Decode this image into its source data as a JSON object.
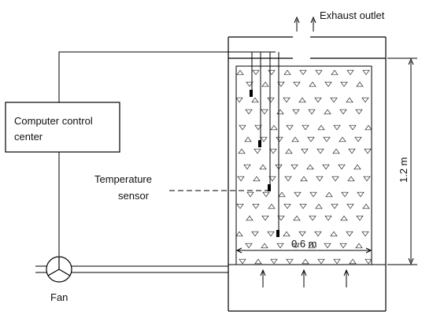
{
  "labels": {
    "exhaust_outlet": "Exhaust outlet",
    "control_center_line1": "Computer control",
    "control_center_line2": "center",
    "sensor_line1": "Temperature",
    "sensor_line2": "sensor",
    "height_dim": "1.2 m",
    "width_dim": "0.6 m",
    "fan": "Fan"
  }
}
